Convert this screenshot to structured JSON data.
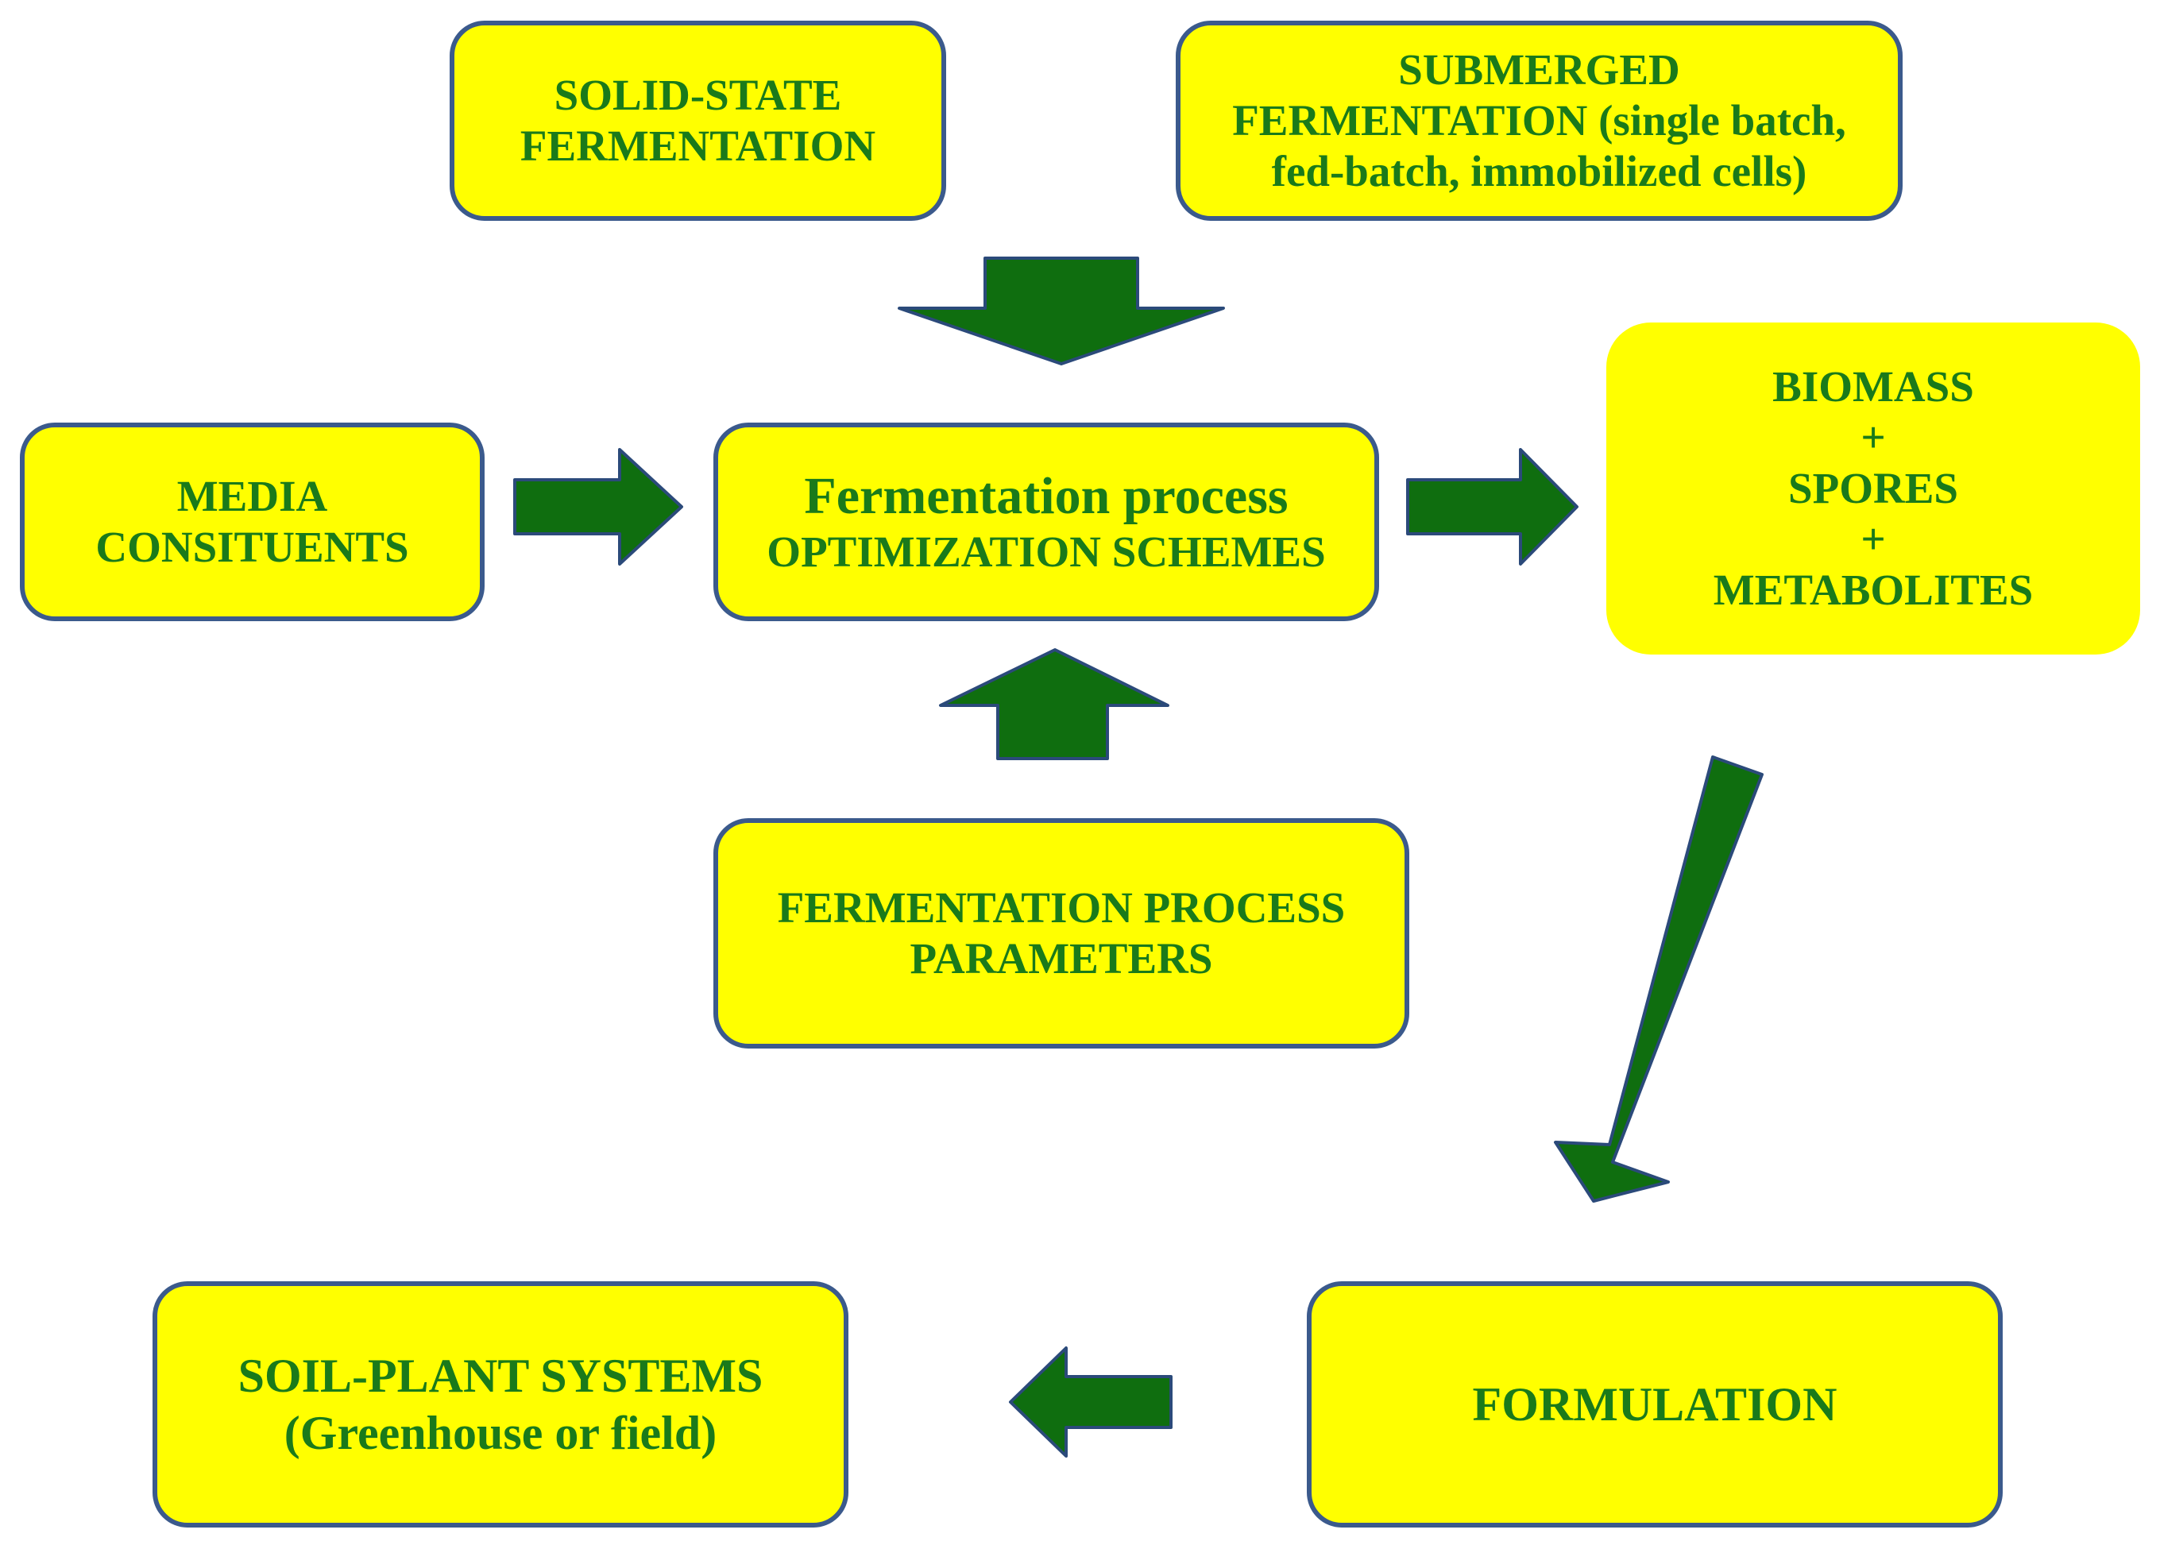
{
  "diagram": {
    "colors": {
      "box_fill": "#ffff00",
      "box_border": "#3b5a8c",
      "text": "#1a7a1a",
      "arrow_fill": "#0f6e0f",
      "arrow_stroke": "#2b4a7a"
    },
    "solid_state": {
      "lines": [
        "SOLID-STATE",
        "FERMENTATION"
      ]
    },
    "submerged": {
      "lines": [
        "SUBMERGED",
        "FERMENTATION (single batch,",
        "fed-batch, immobilized cells)"
      ]
    },
    "media": {
      "lines": [
        "MEDIA",
        "CONSITUENTS"
      ]
    },
    "process": {
      "title": "Fermentation process",
      "subtitle": "OPTIMIZATION SCHEMES"
    },
    "outputs": {
      "lines": [
        "BIOMASS",
        "+",
        "SPORES",
        "+",
        "METABOLITES"
      ]
    },
    "parameters": {
      "lines": [
        "FERMENTATION PROCESS",
        "PARAMETERS"
      ]
    },
    "formulation": {
      "label": "FORMULATION"
    },
    "soil_plant": {
      "lines": [
        "SOIL-PLANT SYSTEMS",
        "(Greenhouse or field)"
      ]
    }
  }
}
